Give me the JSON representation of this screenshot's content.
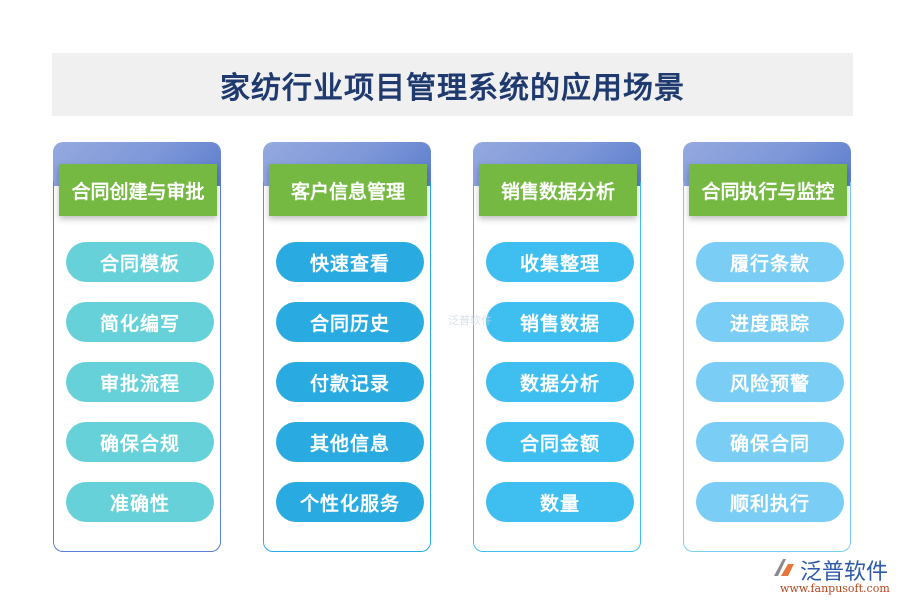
{
  "title": "家纺行业项目管理系统的应用场景",
  "columns": [
    {
      "header": "合同创建与审批",
      "pill_color": "#66d1d9",
      "border_color": "#5b7fd6",
      "items": [
        "合同模板",
        "简化编写",
        "审批流程",
        "确保合规",
        "准确性"
      ]
    },
    {
      "header": "客户信息管理",
      "pill_color": "#29abe2",
      "border_color": "#29abe2",
      "items": [
        "快速查看",
        "合同历史",
        "付款记录",
        "其他信息",
        "个性化服务"
      ]
    },
    {
      "header": "销售数据分析",
      "pill_color": "#3fbff0",
      "border_color": "#3fbff0",
      "items": [
        "收集整理",
        "销售数据",
        "数据分析",
        "合同金额",
        "数量"
      ]
    },
    {
      "header": "合同执行与监控",
      "pill_color": "#7acdf5",
      "border_color": "#7acdf5",
      "items": [
        "履行条款",
        "进度跟踪",
        "风险预警",
        "确保合同",
        "顺利执行"
      ]
    }
  ],
  "colors": {
    "title_text": "#1f3a6e",
    "title_bg": "#f0f0f0",
    "header_bg": "#76b942",
    "cap_gradient_start": "#95a9df",
    "cap_gradient_end": "#5c7ccd"
  },
  "watermark": "泛普软件",
  "logo": {
    "brand": "泛普软件",
    "url": "www.fanpusoft.com"
  }
}
